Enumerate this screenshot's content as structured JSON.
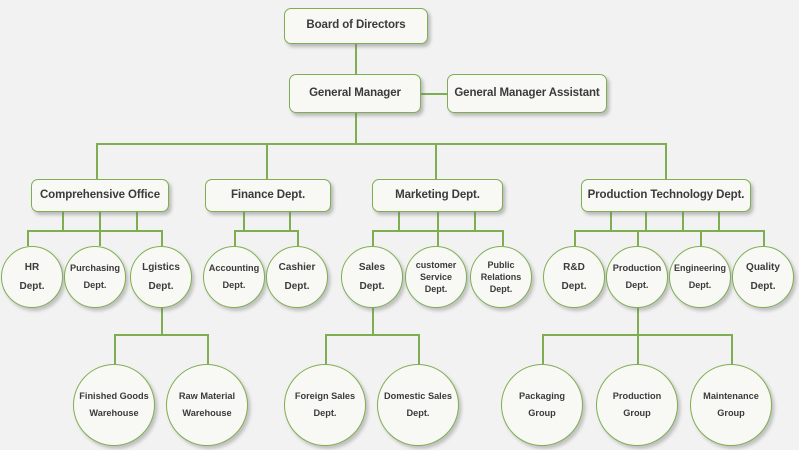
{
  "chart": {
    "title_node": "Board of Directors",
    "background_color": "#f2f2f2",
    "node_border_color": "#7fae52",
    "node_fill_color": "#f8f9f4",
    "connector_color": "#7fae52",
    "text_color": "#3b3b3b"
  },
  "level1": {
    "board": "Board of Directors"
  },
  "level2": {
    "general_manager": "General Manager",
    "general_manager_assistant": "General Manager Assistant"
  },
  "level3": {
    "comprehensive_office": "Comprehensive Office",
    "finance_dept": "Finance Dept.",
    "marketing_dept": "Marketing Dept.",
    "production_technology_dept": "Production Technology Dept."
  },
  "level4": {
    "hr": {
      "line1": "HR",
      "line2": "Dept."
    },
    "purchasing": {
      "line1": "Purchasing",
      "line2": "Dept."
    },
    "logistics": {
      "line1": "Lgistics",
      "line2": "Dept."
    },
    "accounting": {
      "line1": "Accounting",
      "line2": "Dept."
    },
    "cashier": {
      "line1": "Cashier",
      "line2": "Dept."
    },
    "sales": {
      "line1": "Sales",
      "line2": "Dept."
    },
    "customer_service": {
      "line1": "customer",
      "line2": "Service",
      "line3": "Dept."
    },
    "public_relations": {
      "line1": "Public",
      "line2": "Relations",
      "line3": "Dept."
    },
    "rnd": {
      "line1": "R&D",
      "line2": "Dept."
    },
    "production": {
      "line1": "Production",
      "line2": "Dept."
    },
    "engineering": {
      "line1": "Engineering",
      "line2": "Dept."
    },
    "quality": {
      "line1": "Quality",
      "line2": "Dept."
    }
  },
  "level5": {
    "finished_goods_warehouse": {
      "line1": "Finished Goods",
      "line2": "Warehouse"
    },
    "raw_material_warehouse": {
      "line1": "Raw Material",
      "line2": "Warehouse"
    },
    "foreign_sales": {
      "line1": "Foreign Sales",
      "line2": "Dept."
    },
    "domestic_sales": {
      "line1": "Domestic Sales",
      "line2": "Dept."
    },
    "packaging_group": {
      "line1": "Packaging",
      "line2": "Group"
    },
    "production_group": {
      "line1": "Production",
      "line2": "Group"
    },
    "maintenance_group": {
      "line1": "Maintenance",
      "line2": "Group"
    }
  }
}
